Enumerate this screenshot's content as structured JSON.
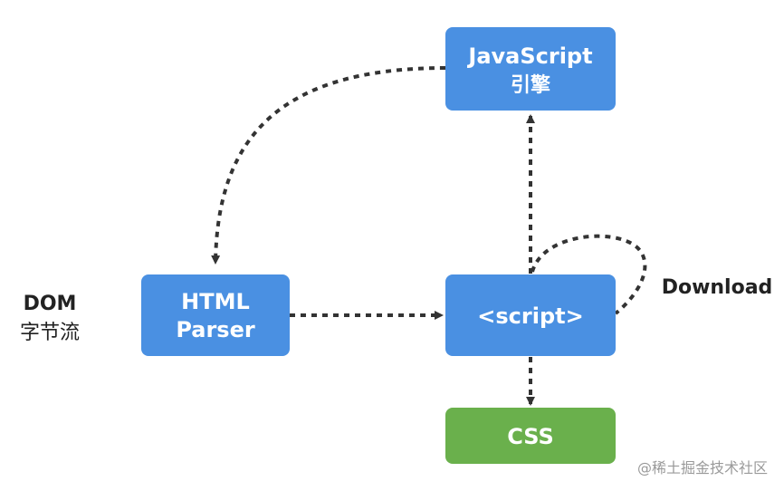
{
  "nodes": {
    "js_engine": {
      "line1": "JavaScript",
      "line2": "引擎"
    },
    "html_parser": {
      "line1": "HTML",
      "line2": "Parser"
    },
    "script_tag": {
      "label": "<script>"
    },
    "css": {
      "label": "CSS"
    }
  },
  "labels": {
    "dom": "DOM",
    "byte_stream": "字节流",
    "download": "Download"
  },
  "watermark": "@稀土掘金技术社区",
  "colors": {
    "node_blue": "#4a90e2",
    "node_green": "#6ab04c",
    "arrow": "#333333",
    "text_dark": "#222222"
  }
}
